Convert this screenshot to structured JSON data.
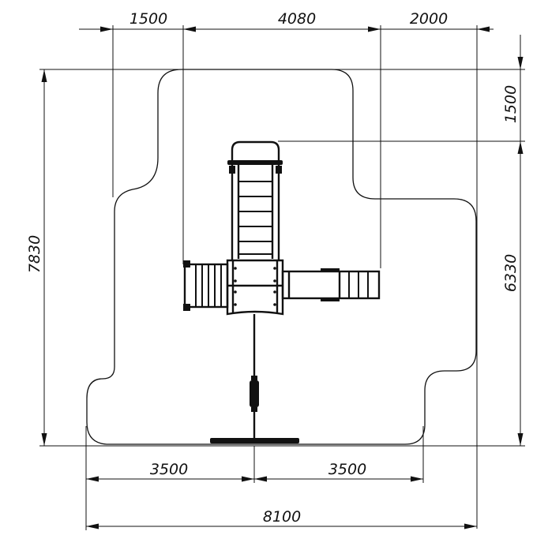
{
  "dimensions": {
    "top_left": "1500",
    "top_middle": "4080",
    "top_right": "2000",
    "right_upper": "1500",
    "right_lower": "6330",
    "left_total": "7830",
    "bottom_left": "3500",
    "bottom_right": "3500",
    "bottom_total": "8100"
  }
}
